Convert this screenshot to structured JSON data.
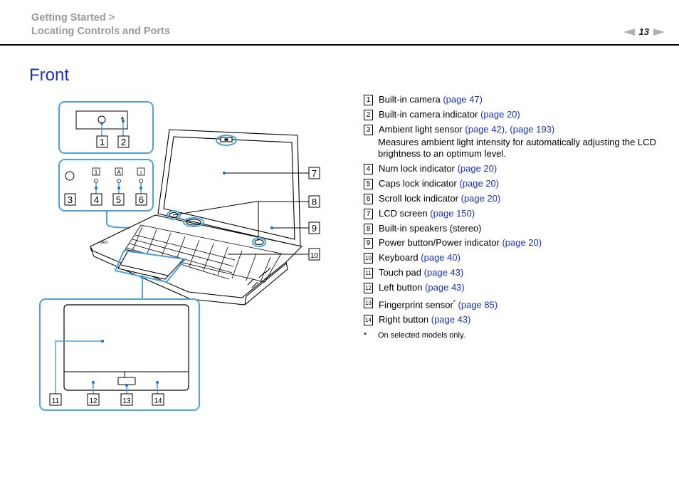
{
  "header": {
    "breadcrumb_1": "Getting Started >",
    "breadcrumb_2": "Locating Controls and Ports",
    "page_number": "13"
  },
  "title": "Front",
  "items": [
    {
      "num": "1",
      "label": "Built-in camera",
      "link": "(page 47)"
    },
    {
      "num": "2",
      "label": "Built-in camera indicator",
      "link": "(page 20)"
    },
    {
      "num": "3",
      "label": "Ambient light sensor",
      "link": "(page 42), (page 193)",
      "desc": "Measures ambient light intensity for automatically adjusting the LCD brightness to an optimum level."
    },
    {
      "num": "4",
      "label": "Num lock indicator",
      "link": "(page 20)"
    },
    {
      "num": "5",
      "label": "Caps lock indicator",
      "link": "(page 20)"
    },
    {
      "num": "6",
      "label": "Scroll lock indicator",
      "link": "(page 20)"
    },
    {
      "num": "7",
      "label": "LCD screen",
      "link": "(page 150)"
    },
    {
      "num": "8",
      "label": "Built-in speakers (stereo)",
      "link": ""
    },
    {
      "num": "9",
      "label": "Power button/Power indicator",
      "link": "(page 20)"
    },
    {
      "num": "10",
      "label": "Keyboard",
      "link": "(page 40)"
    },
    {
      "num": "11",
      "label": "Touch pad",
      "link": "(page 43)"
    },
    {
      "num": "12",
      "label": "Left button",
      "link": "(page 43)"
    },
    {
      "num": "13",
      "label": "Fingerprint sensor",
      "sup": "*",
      "link": "(page 85)"
    },
    {
      "num": "14",
      "label": "Right button",
      "link": "(page 43)"
    }
  ],
  "footnote": {
    "mark": "*",
    "text": "On selected models only."
  },
  "figure": {
    "callouts": [
      "1",
      "2",
      "3",
      "4",
      "5",
      "6",
      "7",
      "8",
      "9",
      "10",
      "11",
      "12",
      "13",
      "14"
    ],
    "brand_mark": "VAIO",
    "accent_color": "#1a31ba",
    "callout_line_color": "#4aa3df"
  }
}
